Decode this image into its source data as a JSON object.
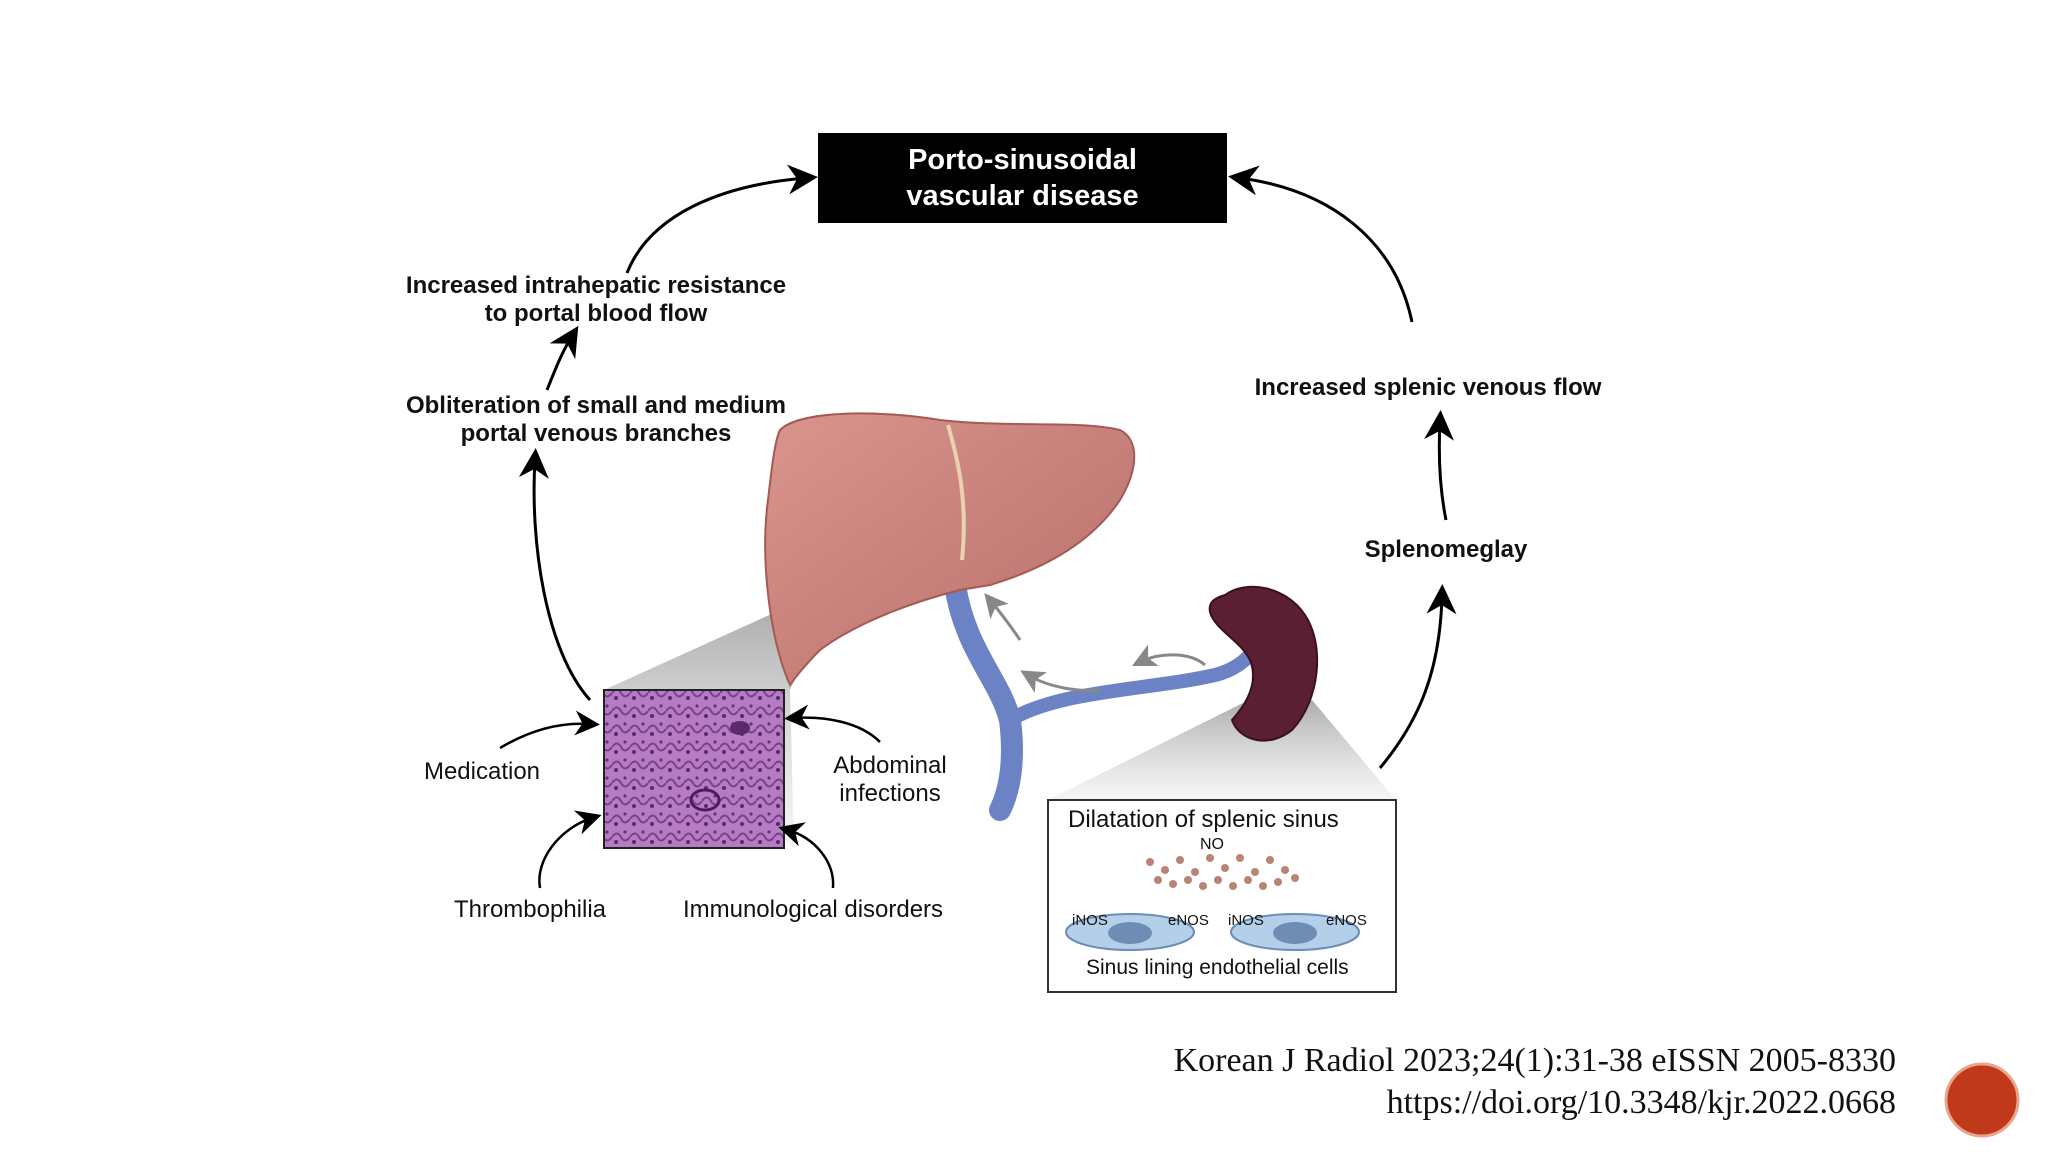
{
  "diagram": {
    "title_line1": "Porto-sinusoidal",
    "title_line2": "vascular disease",
    "left_path": {
      "resistance_line1": "Increased intrahepatic resistance",
      "resistance_line2": "to portal blood flow",
      "obliteration_line1": "Obliteration of small and medium",
      "obliteration_line2": "portal venous branches"
    },
    "right_path": {
      "splenic_flow": "Increased splenic venous flow",
      "splenomegaly": "Splenomeglay"
    },
    "causes": {
      "medication": "Medication",
      "abdominal_line1": "Abdominal",
      "abdominal_line2": "infections",
      "thrombophilia": "Thrombophilia",
      "immunological": "Immunological disorders"
    },
    "inset": {
      "title": "Dilatation of splenic sinus",
      "no_label": "NO",
      "inos_1": "iNOS",
      "enos_1": "eNOS",
      "inos_2": "iNOS",
      "enos_2": "eNOS",
      "caption": "Sinus lining endothelial cells"
    },
    "colors": {
      "liver": "#c9807a",
      "spleen": "#5a1f32",
      "portal_vein": "#6b82c4",
      "histology": "#9a5aa8",
      "title_bg": "#000000"
    }
  },
  "citation": {
    "line1": "Korean J Radiol 2023;24(1):31-38 eISSN 2005-8330",
    "line2": "https://doi.org/10.3348/kjr.2022.0668"
  },
  "slide_badge_color": "#c0391b"
}
